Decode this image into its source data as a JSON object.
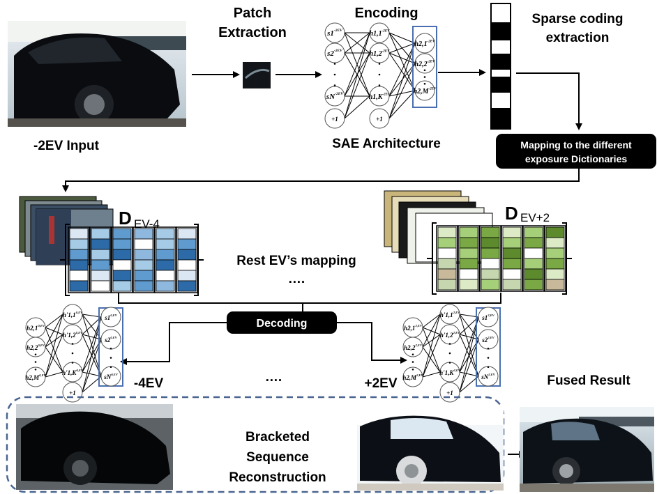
{
  "labels": {
    "patch_extraction": [
      "Patch",
      "Extraction"
    ],
    "encoding": "Encoding",
    "sparse_coding": [
      "Sparse coding",
      "extraction"
    ],
    "input": "-2EV Input",
    "sae_architecture": "SAE Architecture",
    "mapping": [
      "Mapping to the different",
      "exposure Dictionaries"
    ],
    "dict_left": {
      "main": "D",
      "sub": "EV-4"
    },
    "dict_right": {
      "main": "D",
      "sub": "EV+2"
    },
    "rest_mapping": "Rest EV’s mapping",
    "ellipsis_mid": "….",
    "decoding": "Decoding",
    "minus4": "-4EV",
    "plus2": "+2EV",
    "ellipsis_bottom": "….",
    "fused_result": "Fused Result",
    "bracketed": [
      "Bracketed",
      "Sequence",
      "Reconstruction"
    ]
  },
  "encoder_nodes": {
    "input": [
      "s1 -2EV",
      "s2 -2EV",
      "sN -2EV",
      "+1"
    ],
    "hidden1": [
      "h1,1 -2EV",
      "h1,2 -2EV",
      "h1,K -2EV",
      "+1"
    ],
    "hidden2": [
      "h2,1 -2EV",
      "h2,2 -2EV",
      "h2,M -2EV"
    ]
  },
  "decoder_minus4": {
    "sparse": [
      "h2,1 0,EV",
      "h2,2 0,EV",
      "h2,M 0,EV"
    ],
    "hidden": [
      "h'1,1 0,EV",
      "h'1,2 0,EV",
      "h'1,K 0,EV",
      "+1"
    ],
    "output": [
      "s1 0,EV",
      "s2 0,EV",
      "sN 0,EV"
    ]
  },
  "decoder_plus2": {
    "sparse": [
      "h2,1 2,EV",
      "h2,2 2,EV",
      "h2,M 2,EV"
    ],
    "hidden": [
      "h'1,1 2,EV",
      "h'1,2 2,EV",
      "h'1,K 2,EV",
      "+1"
    ],
    "output": [
      "s1 2,EV",
      "s2 2,EV",
      "sN 2,EV"
    ]
  },
  "colors": {
    "accent_box": "#4a6fb0",
    "dashed_box": "#4a6590",
    "blue_dict": [
      "#dbe7f3",
      "#a6cbe6",
      "#5f9bcf",
      "#2d6aa8",
      "#ffffff",
      "#8fb8df",
      "#c6dbef"
    ],
    "green_dict": [
      "#dcebc6",
      "#a6cf7a",
      "#7aa844",
      "#5c8a2c",
      "#ffffff",
      "#c6d7b0",
      "#c8b99a"
    ]
  }
}
